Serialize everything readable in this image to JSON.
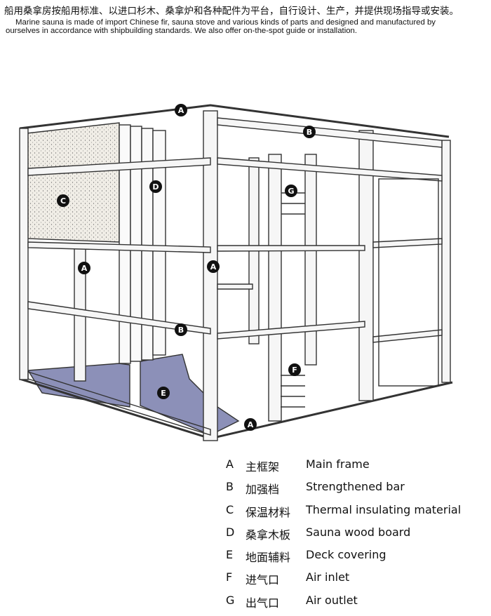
{
  "header": {
    "chinese": "船用桑拿房按船用标准、以进口杉木、桑拿炉和各种配件为平台，自行设计、生产，并提供现场指导或安装。",
    "english_line1": "Marine sauna is made of import Chinese fir, sauna stove and various kinds of parts and designed and manufactured by",
    "english_line2": "ourselves in accordance with shipbuilding standards. We also offer on-the-spot guide or installation."
  },
  "diagram": {
    "markers": [
      "A",
      "B",
      "C",
      "D",
      "G",
      "A",
      "A",
      "B",
      "E",
      "F",
      "A"
    ]
  },
  "legend": [
    {
      "key": "A",
      "cn": "主框架",
      "en": "Main frame"
    },
    {
      "key": "B",
      "cn": "加强档",
      "en": "Strengthened bar"
    },
    {
      "key": "C",
      "cn": "保温材料",
      "en": "Thermal insulating material"
    },
    {
      "key": "D",
      "cn": "桑拿木板",
      "en": "Sauna wood board"
    },
    {
      "key": "E",
      "cn": "地面辅料",
      "en": "Deck covering"
    },
    {
      "key": "F",
      "cn": "进气口",
      "en": "Air inlet"
    },
    {
      "key": "G",
      "cn": "出气口",
      "en": "Air outlet"
    }
  ],
  "colors": {
    "floor": "#8c90b8",
    "insulation": "#e8e4da",
    "frame": "#f4f4f4"
  }
}
